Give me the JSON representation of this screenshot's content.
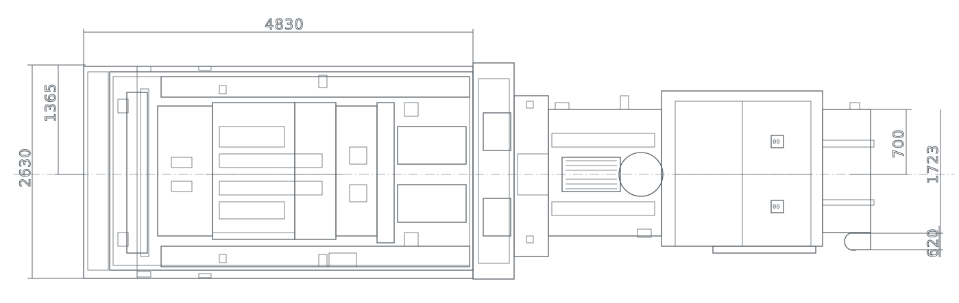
{
  "drawing": {
    "title": "Machine layout plan view",
    "line_color": "#5a6268",
    "dimensions": {
      "overall_length": "4830",
      "overall_width": "2630",
      "half_width": "1365",
      "tail_half_width": "700",
      "tail_width": "1723",
      "tail_offset": "620"
    },
    "unit_labels": [
      "00",
      "00"
    ]
  }
}
